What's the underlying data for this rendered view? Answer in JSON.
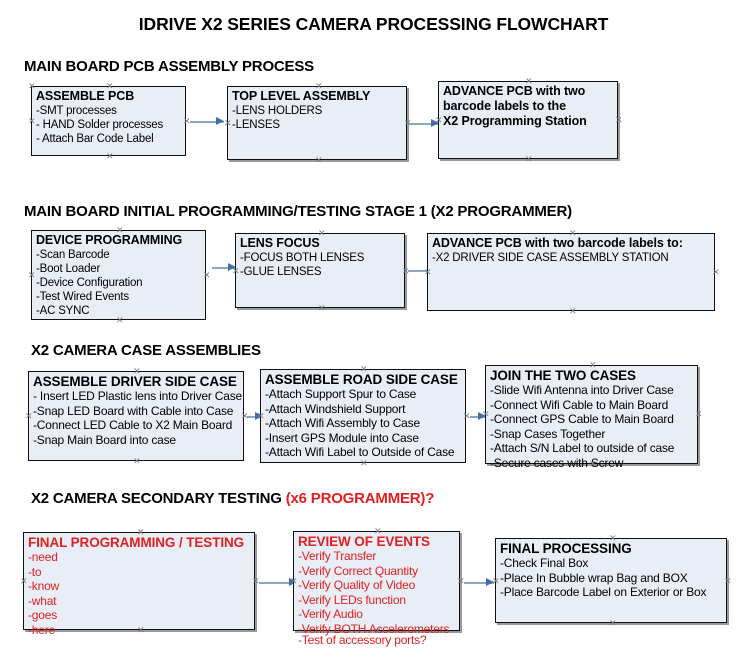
{
  "document": {
    "title": "IDRIVE X2  SERIES CAMERA PROCESSING FLOWCHART",
    "accent_color": "#e02020",
    "box_fill": "#e9eef6",
    "box_border": "#101010",
    "arrow_color": "#8ba6c4",
    "arrow_head_color": "#3f6fa8"
  },
  "sections": [
    {
      "header": "MAIN BOARD PCB ASSEMBLY PROCESS",
      "header_accent": "",
      "boxes": [
        {
          "title": "ASSEMBLE PCB",
          "lines": [
            "-SMT processes",
            "- HAND Solder processes",
            "- Attach Bar Code Label"
          ]
        },
        {
          "title": "TOP LEVEL ASSEMBLY",
          "lines": [
            "-LENS HOLDERS",
            "-LENSES"
          ]
        },
        {
          "title": "ADVANCE PCB with two",
          "lines": [
            "barcode labels to the",
            " X2 Programming Station"
          ]
        }
      ]
    },
    {
      "header": "MAIN BOARD INITIAL PROGRAMMING/TESTING STAGE 1 (X2 PROGRAMMER)",
      "header_accent": "",
      "boxes": [
        {
          "title": "DEVICE PROGRAMMING",
          "lines": [
            "-Scan Barcode",
            "-Boot Loader",
            "-Device Configuration",
            "-Test Wired Events",
            "-AC SYNC"
          ]
        },
        {
          "title": "LENS FOCUS",
          "lines": [
            "-FOCUS BOTH LENSES",
            "-GLUE LENSES"
          ]
        },
        {
          "title": "ADVANCE PCB with two barcode labels to:",
          "lines": [
            "-X2 DRIVER  SIDE  CASE  ASSEMBLY STATION"
          ]
        }
      ]
    },
    {
      "header": "X2 CAMERA CASE ASSEMBLIES",
      "header_accent": "",
      "boxes": [
        {
          "title": "ASSEMBLE DRIVER SIDE CASE",
          "lines": [
            "- Insert LED Plastic lens into Driver Case",
            "-Snap LED Board with Cable into Case",
            "-Connect LED Cable to X2 Main Board",
            "-Snap Main Board into case"
          ]
        },
        {
          "title": "ASSEMBLE ROAD SIDE CASE",
          "lines": [
            "-Attach Support Spur to Case",
            "-Attach Windshield Support",
            "-Attach Wifi Assembly to Case",
            "-Insert GPS Module into Case",
            "-Attach Wifi Label to Outside of Case"
          ]
        },
        {
          "title": "JOIN THE TWO CASES",
          "lines": [
            "-Slide Wifi Antenna into Driver Case",
            "-Connect Wifi Cable to Main Board",
            "-Connect GPS Cable to Main Board",
            "-Snap Cases Together",
            "-Attach S/N Label to outside of case",
            "-Secure cases with Screw"
          ]
        }
      ]
    },
    {
      "header": "X2 CAMERA SECONDARY TESTING ",
      "header_accent": "(x6 PROGRAMMER)?",
      "boxes": [
        {
          "title": "FINAL PROGRAMMING / TESTING",
          "lines": [
            "-need",
            "-to",
            "-know",
            "-what",
            "-goes",
            "-here"
          ]
        },
        {
          "title": "REVIEW OF EVENTS",
          "lines": [
            "-Verify Transfer",
            "-Verify Correct Quantity",
            "-Verify Quality of Video",
            "-Verify LEDs function",
            "-Verify Audio",
            "-Verify BOTH Accelerometers"
          ],
          "overflow_line": "-Test of accessory ports?"
        },
        {
          "title": "FINAL PROCESSING",
          "lines": [
            " -Check Final Box",
            "-Place In Bubble wrap Bag and BOX",
            "-Place Barcode Label on Exterior or Box"
          ]
        }
      ]
    }
  ]
}
